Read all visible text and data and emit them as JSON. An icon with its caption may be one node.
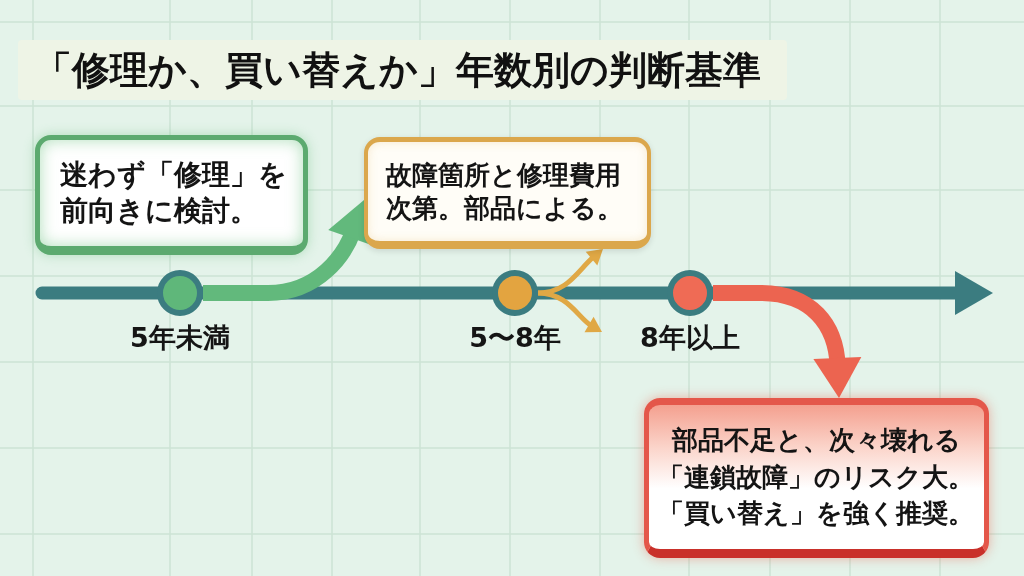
{
  "diagram": {
    "title": "「修理か、買い替えか」年数別の判断基準",
    "nodes": [
      {
        "text": [
          "迷わず「修理」を前向きに検討。"
        ]
      },
      {
        "text": [
          "故障箇所と修理費用次第。部品による。"
        ]
      },
      {
        "text": [],
        "shape": "circle",
        "beside": [
          "5年未満"
        ]
      },
      {
        "text": [],
        "shape": "circle",
        "beside": [
          "5〜8年"
        ]
      },
      {
        "text": [],
        "shape": "circle",
        "beside": [
          "8年以上"
        ]
      },
      {
        "text": [
          "部品不足と、次々壊れる「連鎖故障」のリスク大。「買い替え」を強く推奨。"
        ]
      }
    ],
    "edges": [
      {
        "from": 2,
        "to": 1,
        "arrow": "to",
        "style": "thick",
        "color": "#62b97c"
      },
      {
        "from": 3,
        "to": 1,
        "arrow": "to",
        "color": "#e0a845"
      },
      {
        "from": 3,
        "to": null,
        "arrow": "to",
        "color": "#e0a845"
      },
      {
        "from": 4,
        "to": 5,
        "arrow": "to",
        "style": "thick",
        "color": "#ec6450"
      }
    ]
  }
}
